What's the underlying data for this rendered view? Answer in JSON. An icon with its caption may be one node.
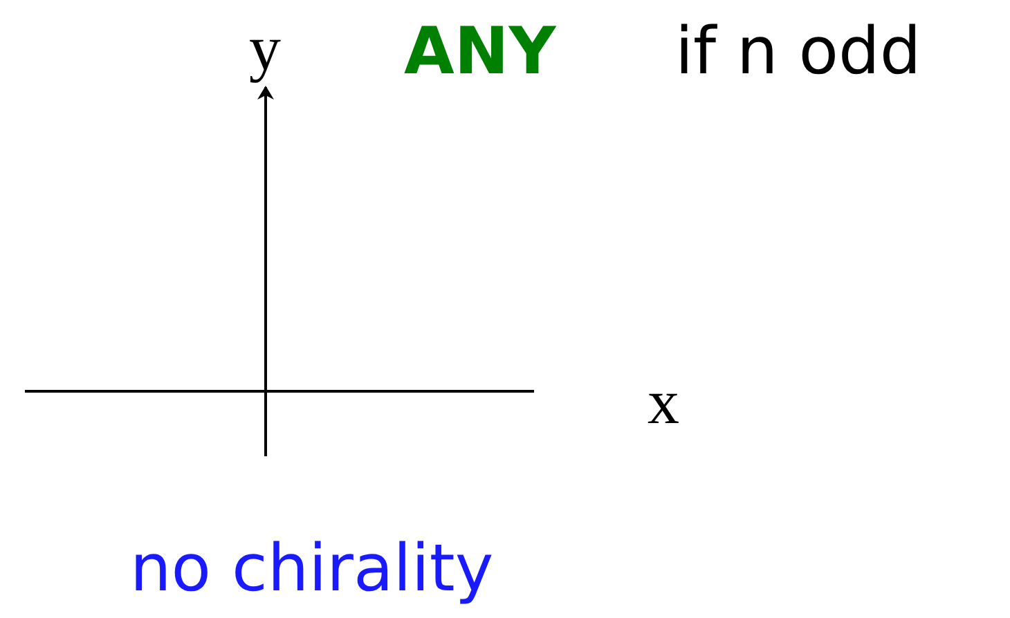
{
  "diagram": {
    "labels": [
      "y",
      "ANY",
      "if n odd",
      "x",
      "no chirality"
    ]
  }
}
